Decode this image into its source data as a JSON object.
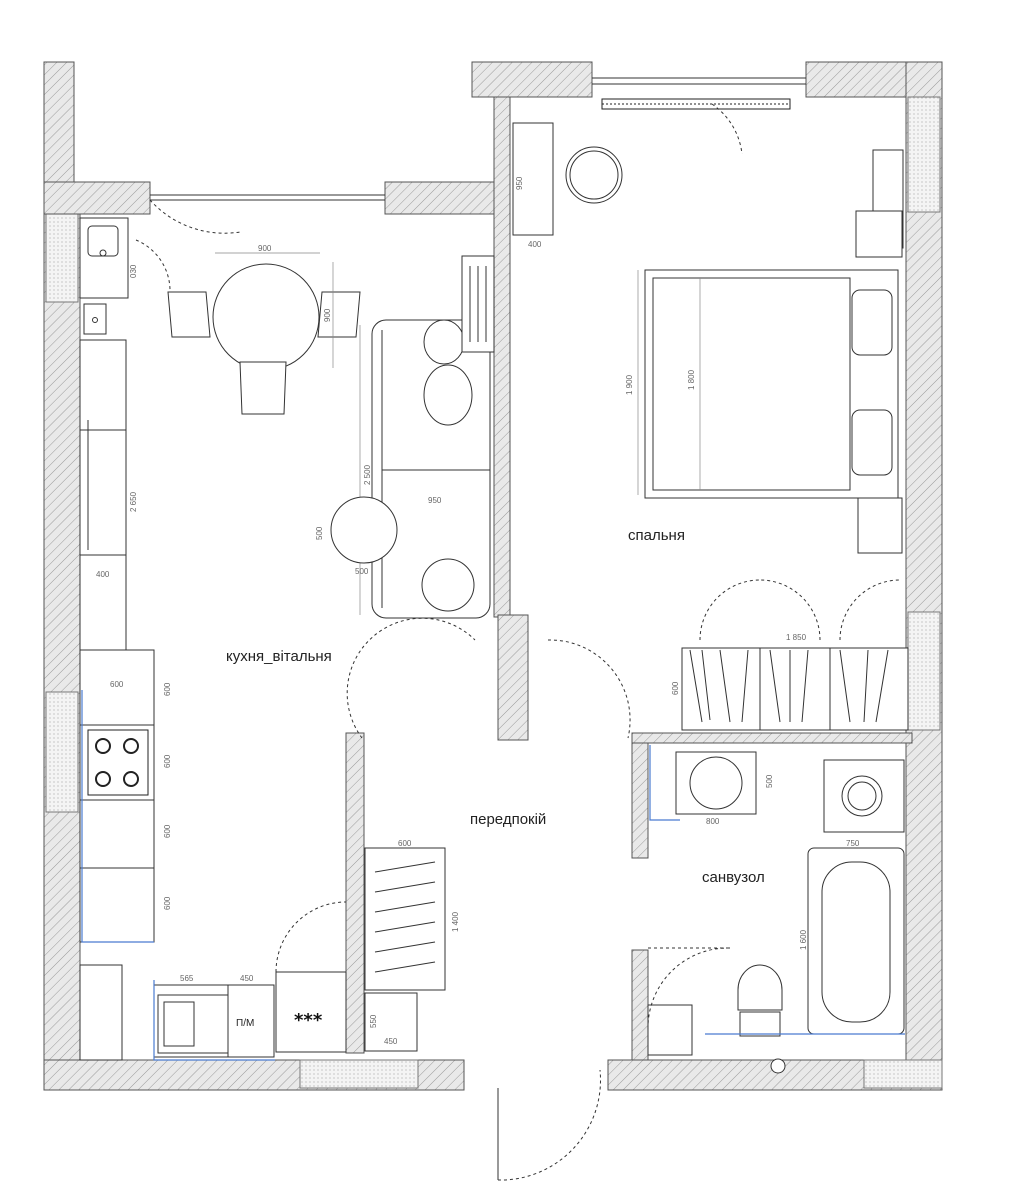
{
  "rooms": {
    "kitchen_living": "кухня_вітальня",
    "bedroom": "спальня",
    "hallway": "передпокій",
    "bathroom": "санвузол"
  },
  "dimensions": {
    "table_w": "900",
    "table_h": "900",
    "kitchen_line": "2 650",
    "kitchen_depth": "400",
    "kitchen_small": "030",
    "sofa_len": "2 500",
    "sofa_w": "950",
    "coffee_table_h": "500",
    "coffee_table_w": "500",
    "desk_h": "950",
    "desk_w": "400",
    "bed_outer": "1 900",
    "bed_inner": "1 800",
    "wardrobe_w": "1 850",
    "wardrobe_d": "600",
    "counter_top": "600",
    "counter_1": "600",
    "counter_2": "600",
    "counter_3": "600",
    "counter_4": "600",
    "hall_shelf_w": "600",
    "hall_shelf_h": "1 400",
    "sink_w": "565",
    "pm_w": "450",
    "hall_small_h": "550",
    "hall_small_w": "450",
    "basin_h": "500",
    "basin_w": "800",
    "bath_w": "750",
    "bath_h": "1 600"
  },
  "tags": {
    "dishwasher": "П/М",
    "stars": "***"
  }
}
